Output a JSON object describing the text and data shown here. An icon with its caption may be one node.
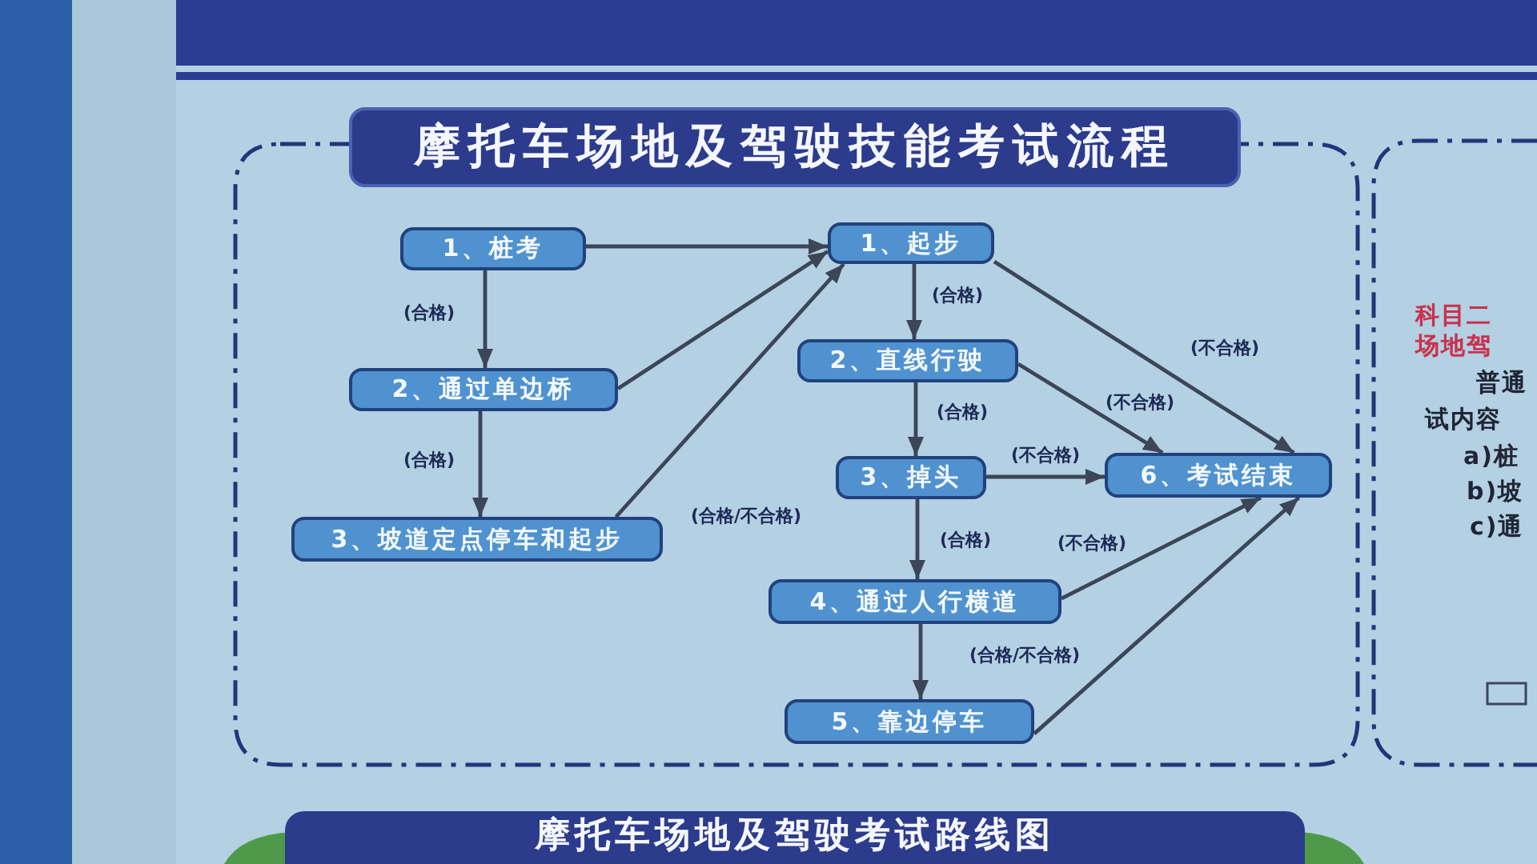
{
  "diagram": {
    "title": "摩托车场地及驾驶技能考试流程",
    "nodes": [
      {
        "text": [
          "1、桩考"
        ]
      },
      {
        "text": [
          "2、通过单边桥"
        ]
      },
      {
        "text": [
          "3、坡道定点停车和起步"
        ]
      },
      {
        "text": [
          "1、起步"
        ]
      },
      {
        "text": [
          "2、直线行驶"
        ]
      },
      {
        "text": [
          "3、掉头"
        ]
      },
      {
        "text": [
          "6、考试结束"
        ]
      },
      {
        "text": [
          "4、通过人行横道"
        ]
      },
      {
        "text": [
          "5、靠边停车"
        ]
      }
    ],
    "edges": [
      {
        "from": 0,
        "to": 1,
        "arrow": "to",
        "label": "(合格)"
      },
      {
        "from": 1,
        "to": 2,
        "arrow": "to",
        "label": "(合格)"
      },
      {
        "from": 0,
        "to": 3,
        "arrow": "to"
      },
      {
        "from": 1,
        "to": 3,
        "arrow": "to"
      },
      {
        "from": 2,
        "to": 3,
        "arrow": "to",
        "label": "(合格/不合格)"
      },
      {
        "from": 3,
        "to": 4,
        "arrow": "to",
        "label": "(合格)"
      },
      {
        "from": 4,
        "to": 5,
        "arrow": "to",
        "label": "(合格)"
      },
      {
        "from": 5,
        "to": 6,
        "arrow": "to",
        "label": "(不合格)"
      },
      {
        "from": 3,
        "to": 6,
        "arrow": "to",
        "label": "(不合格)"
      },
      {
        "from": 4,
        "to": 6,
        "arrow": "to",
        "label": "(不合格)"
      },
      {
        "from": 5,
        "to": 7,
        "arrow": "to",
        "label": "(合格)"
      },
      {
        "from": 7,
        "to": 6,
        "arrow": "to",
        "label": "(不合格)"
      },
      {
        "from": 7,
        "to": 8,
        "arrow": "to",
        "label": "(合格/不合格)"
      },
      {
        "from": 8,
        "to": 6,
        "arrow": "to"
      }
    ],
    "labels": [
      "科目二",
      "场地驾",
      "普通",
      "试内容",
      "a)桩",
      "b)坡",
      "c)通",
      "摩托车场地及驾驶考试路线图"
    ]
  }
}
